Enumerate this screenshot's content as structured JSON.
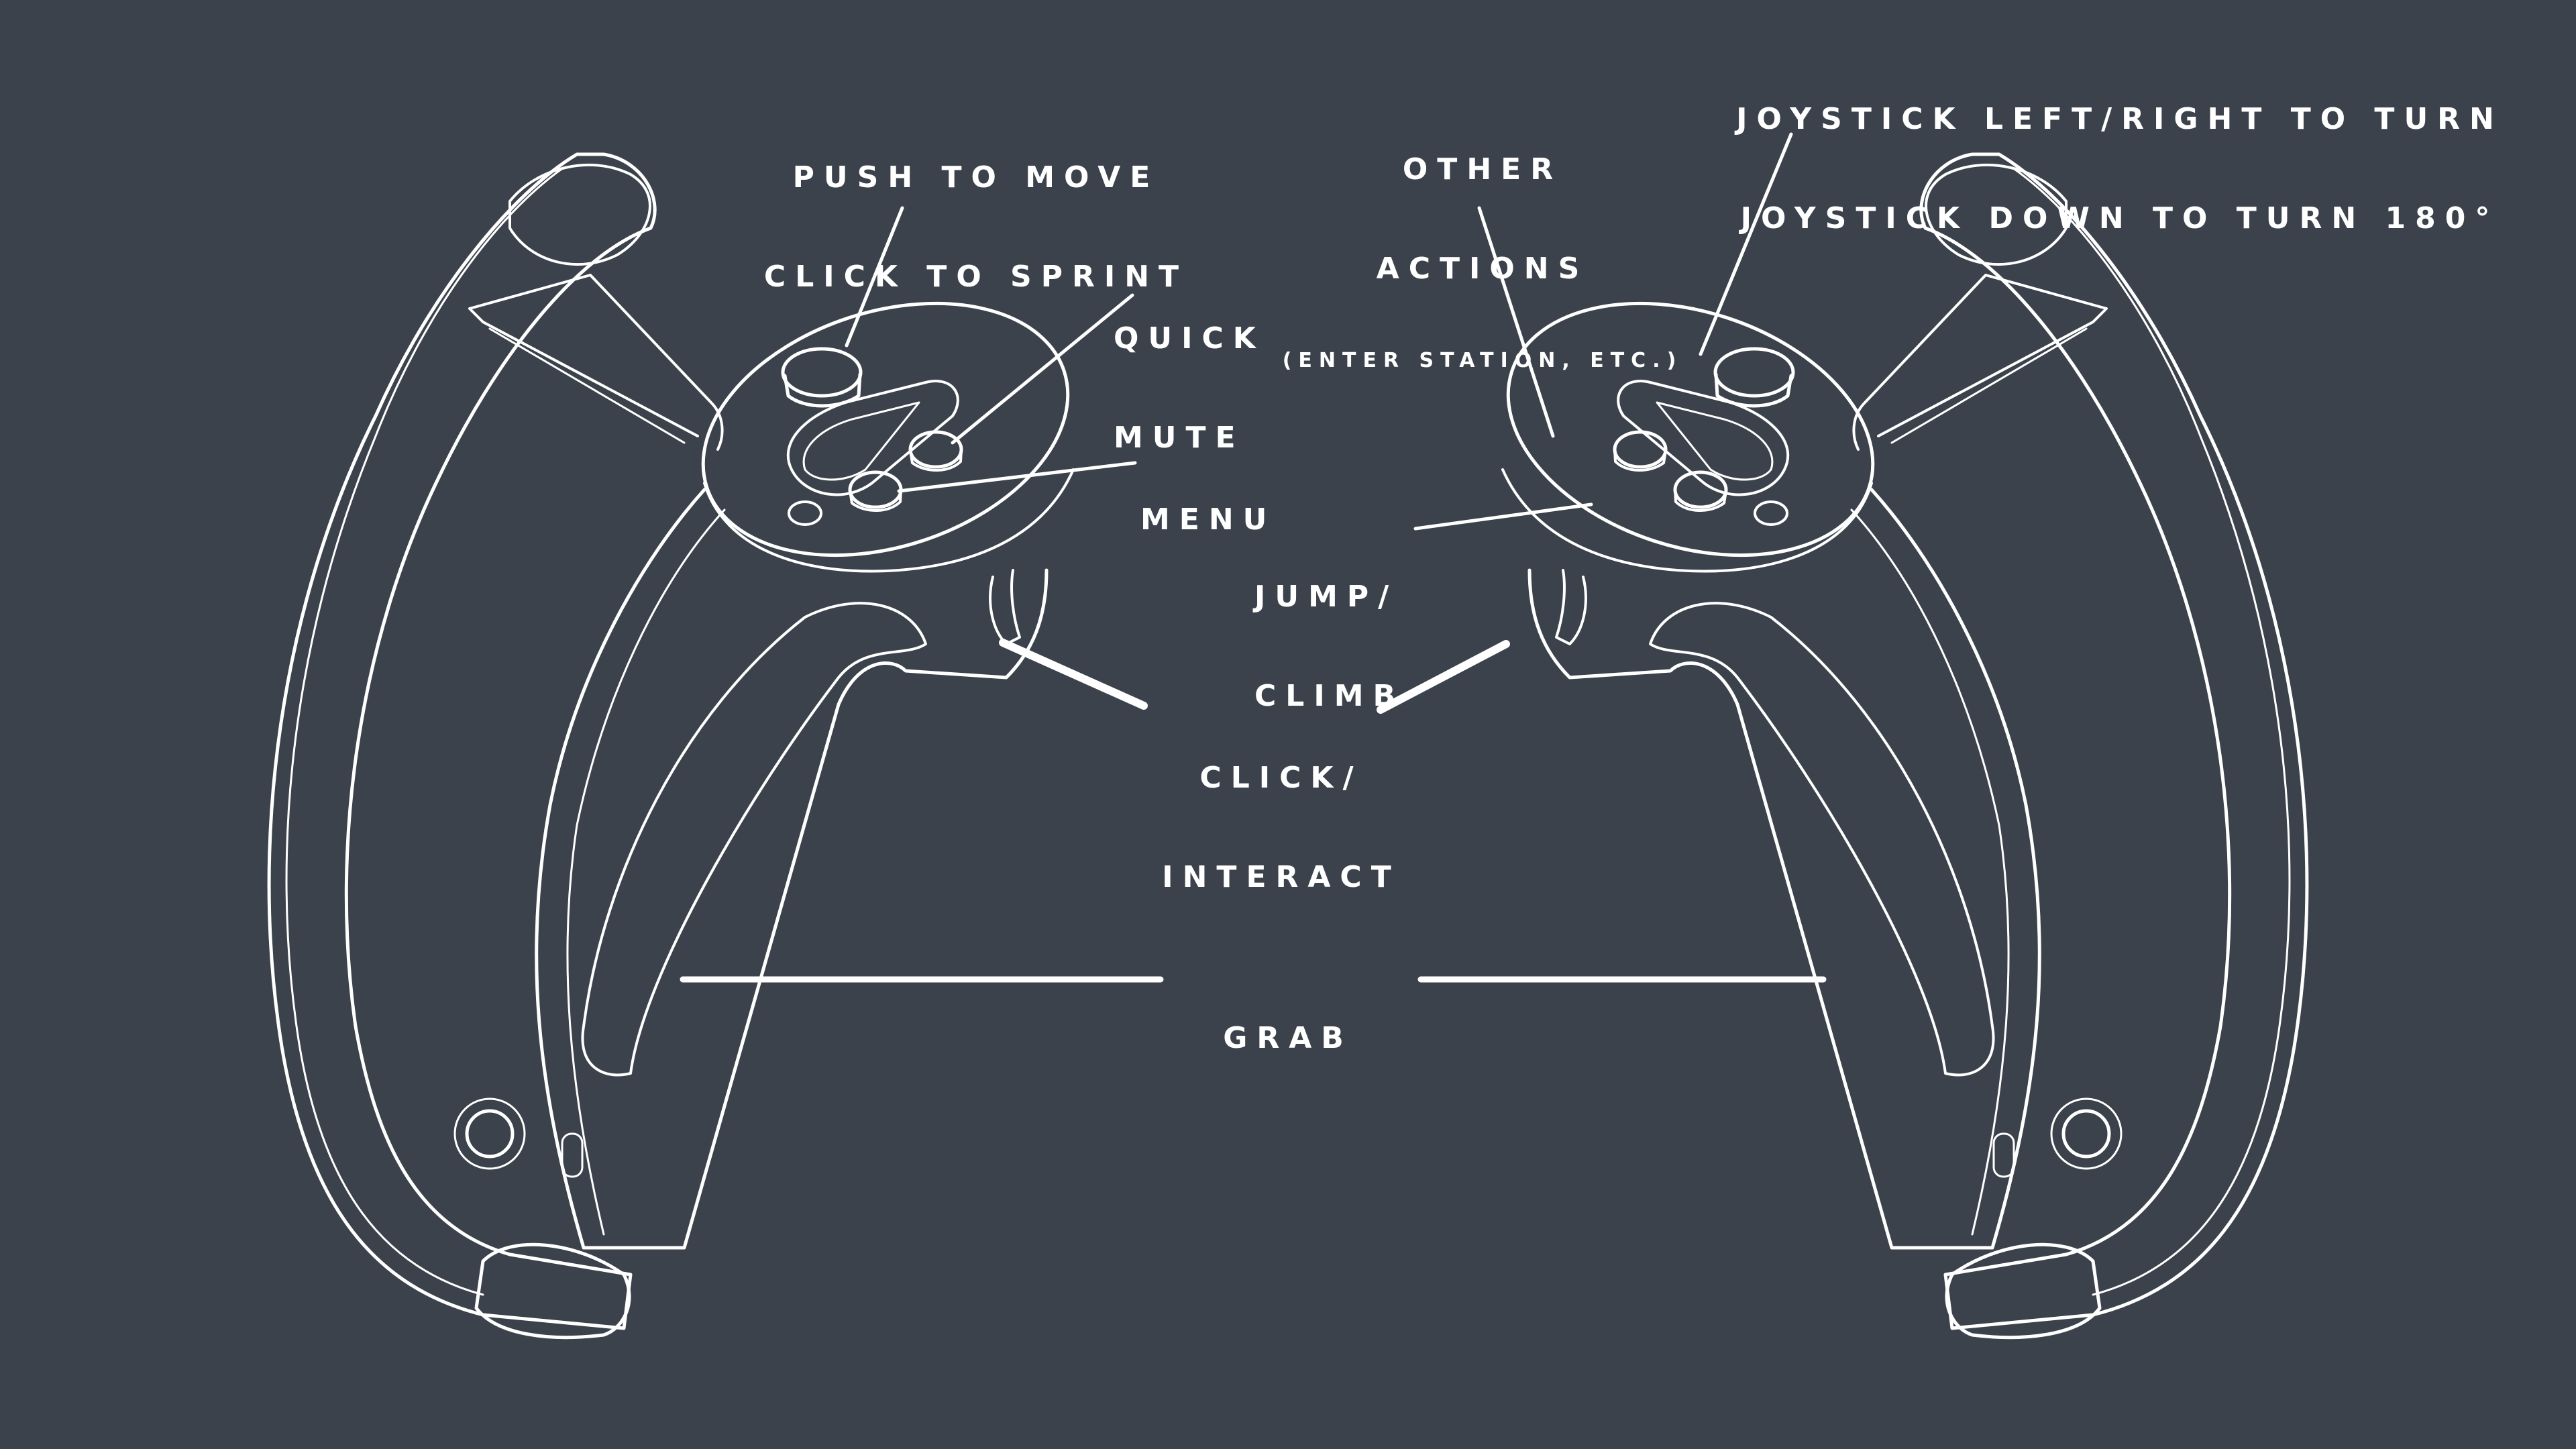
{
  "labels": {
    "move_line1": "PUSH TO MOVE",
    "move_line2": "CLICK TO SPRINT",
    "mute_line1": "QUICK",
    "mute_line2": "MUTE",
    "menu": "MENU",
    "jump_line1": "JUMP/",
    "jump_line2": "CLIMB",
    "interact_line1": "CLICK/",
    "interact_line2": "INTERACT",
    "grab": "GRAB",
    "other_line1": "OTHER",
    "other_line2": "ACTIONS",
    "other_line3": "(ENTER STATION, ETC.)",
    "turn_line1": "JOYSTICK LEFT/RIGHT TO TURN",
    "turn_line2": "JOYSTICK DOWN TO TURN 180°"
  },
  "colors": {
    "background": "#3b424b",
    "line": "#ffffff"
  }
}
